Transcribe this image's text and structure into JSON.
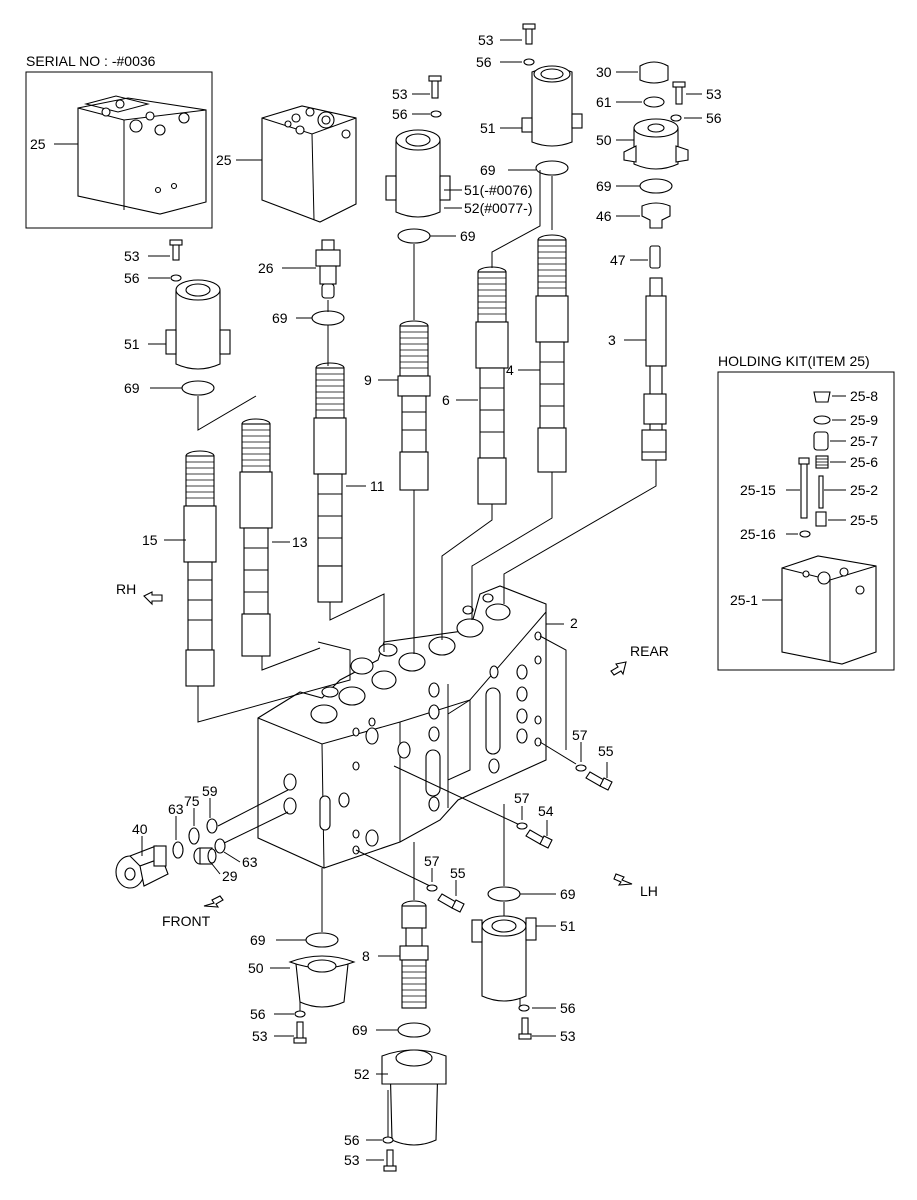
{
  "inset_serial": {
    "title": "SERIAL NO : -#0036",
    "item": "25"
  },
  "holding_kit": {
    "title": "HOLDING KIT(ITEM 25)",
    "items": [
      "25-8",
      "25-9",
      "25-7",
      "25-6",
      "25-15",
      "25-2",
      "25-5",
      "25-16",
      "25-1"
    ]
  },
  "directions": {
    "rh": "RH",
    "rear": "REAR",
    "front": "FRONT",
    "lh": "LH"
  },
  "callouts": {
    "c53a": "53",
    "c56a": "56",
    "c30": "30",
    "c61": "61",
    "c53b": "53",
    "c51a": "51",
    "c50a": "50",
    "c56b": "56",
    "c53c": "53",
    "c56c": "56",
    "c69a": "69",
    "c69b": "69",
    "c51v": "51(-#0076)",
    "c52v": "52(#0077-)",
    "c46": "46",
    "c69c": "69",
    "c47": "47",
    "c25": "25",
    "c26": "26",
    "c53d": "53",
    "c56d": "56",
    "c51b": "51",
    "c69d": "69",
    "c3": "3",
    "c9": "9",
    "c4": "4",
    "c6": "6",
    "c69e": "69",
    "c11": "11",
    "c15": "15",
    "c13": "13",
    "c2": "2",
    "c57a": "57",
    "c55a": "55",
    "c57b": "57",
    "c54": "54",
    "c59": "59",
    "c75": "75",
    "c63a": "63",
    "c40": "40",
    "c63b": "63",
    "c29": "29",
    "c57c": "57",
    "c55b": "55",
    "c69f": "69",
    "c51c": "51",
    "c69g": "69",
    "c50b": "50",
    "c8": "8",
    "c56e": "56",
    "c53e": "53",
    "c56f": "56",
    "c53f": "53",
    "c69h": "69",
    "c52": "52",
    "c56g": "56",
    "c53g": "53"
  }
}
